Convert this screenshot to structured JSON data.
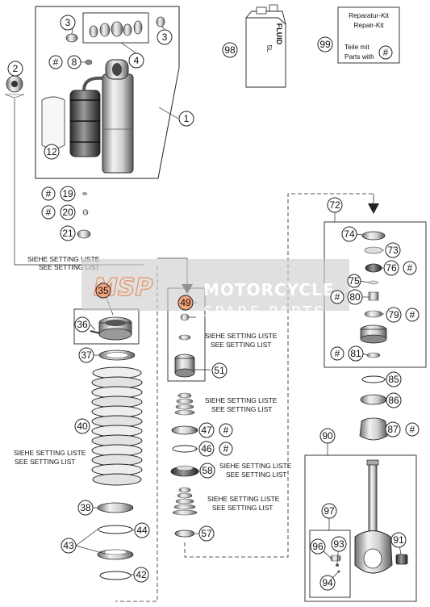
{
  "callouts": {
    "c1": "1",
    "c2": "2",
    "c3a": "3",
    "c3b": "3",
    "c4": "4",
    "c8": "8",
    "c12": "12",
    "c19": "19",
    "c20": "20",
    "c21": "21",
    "c35": "35",
    "c36": "36",
    "c37": "37",
    "c38": "38",
    "c40": "40",
    "c42": "42",
    "c43": "43",
    "c44": "44",
    "c46": "46",
    "c47": "47",
    "c49": "49",
    "c51": "51",
    "c57": "57",
    "c58": "58",
    "c72": "72",
    "c73": "73",
    "c74": "74",
    "c75": "75",
    "c76": "76",
    "c79": "79",
    "c80": "80",
    "c81": "81",
    "c85": "85",
    "c86": "86",
    "c87": "87",
    "c90": "90",
    "c91": "91",
    "c93": "93",
    "c94": "94",
    "c96": "96",
    "c97": "97",
    "c98": "98",
    "c99": "99",
    "hash": "#"
  },
  "fluid_can": {
    "line1": "FLUID",
    "line2": "5L"
  },
  "repair_kit": {
    "line1": "Reparatur-Kit",
    "line2": "Repair-Kit",
    "line3": "Teile mit",
    "line4": "Parts with"
  },
  "setting_notes": {
    "de": "SIEHE SETTING LISTE",
    "en": "SEE SETTING LIST"
  },
  "watermark": {
    "logo": "MSP",
    "line1": "MOTORCYCLE",
    "line2": "SPARE PARTS"
  },
  "colors": {
    "watermark_band": "#cfcfcf",
    "watermark_logo": "#e8804e",
    "callout_highlight": "#f3a27a",
    "line": "#222222"
  }
}
